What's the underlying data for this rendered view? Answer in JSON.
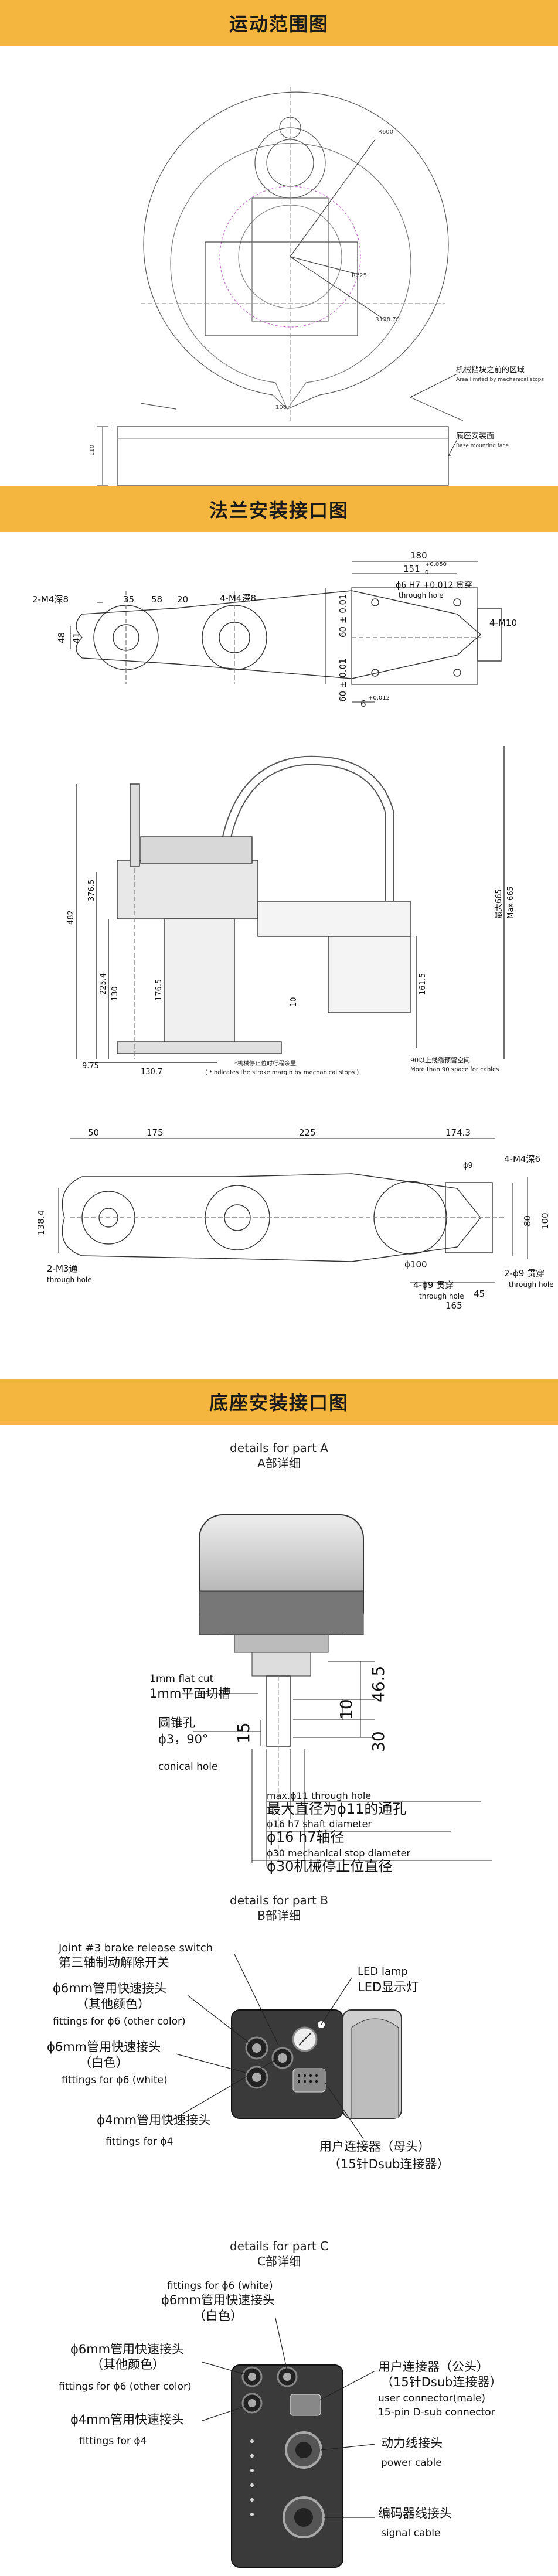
{
  "banners": {
    "motion_range": "运动范围图",
    "flange": "法兰安装接口图",
    "base": "底座安装接口图"
  },
  "motion": {
    "note_stop_cn": "机械挡块之前的区域",
    "note_stop_en": "Area limited by mechanical stops",
    "note_base_cn": "底座安装面",
    "note_base_en": "Base mounting face"
  },
  "flange": {
    "dim_180": "180",
    "dim_151": "151",
    "dim_plus": "+0.050",
    "dim_zero": "0",
    "hole_cn": "ϕ6 H7 +0.012 贯穿",
    "hole_en": "through hole",
    "m10": "4-M10",
    "m4_left": "2-M4深8",
    "m4_mid": "4-M4深8",
    "dim_35": "35",
    "dim_58": "58",
    "dim_20": "20",
    "dim_60a": "60 ± 0.01",
    "dim_60b": "60 ± 0.01",
    "dim_6": "6",
    "dim_tol": "+0.012",
    "dim_48": "48",
    "dim_41": "41",
    "h_482": "482",
    "h_376": "376.5",
    "h_225": "225.4",
    "h_130": "130",
    "h_176": "176.5",
    "h_max": "最大665",
    "h_max_en": "Max 665",
    "dim_130_7": "130.7",
    "dim_9_75": "9.75",
    "dim_10": "10",
    "dim_161": "161.5",
    "cable_cn": "90以上线缆预留空间",
    "cable_en": "More than 90 space for cables",
    "stop_note_cn": "*机械停止位时行程余量",
    "stop_note_en": "( *indicates the stroke margin by mechanical stops )",
    "top_50": "50",
    "top_175": "175",
    "top_225": "225",
    "top_174": "174.3",
    "m4_6": "4-M4深6",
    "d_9": "ϕ9",
    "d_100": "ϕ100",
    "hole9_cn": "4-ϕ9 贯穿",
    "hole9_en": "through hole",
    "hole9b_cn": "2-ϕ9 贯穿",
    "m8_hole": "2-M3通",
    "m8_hole_en": "through hole",
    "dim_165": "165",
    "dim_45": "45",
    "dim_138": "138.4",
    "dim_100": "100",
    "dim_80": "80"
  },
  "detail_a": {
    "title_en": "details for part A",
    "title_cn": "A部详细",
    "flat_en": "1mm flat cut",
    "flat_cn": "1mm平面切槽",
    "cone_cn": "圆锥孔",
    "cone_spec": "ϕ3，90°",
    "cone_en": "conical hole",
    "dim_46_5": "46.5",
    "dim_10": "10",
    "dim_30": "30",
    "dim_15": "15",
    "through_en": "max.ϕ11 through hole",
    "through_cn": "最大直径为ϕ11的通孔",
    "shaft_en": "ϕ16 h7 shaft diameter",
    "shaft_cn": "ϕ16 h7轴径",
    "stop_en": "ϕ30 mechanical stop diameter",
    "stop_cn": "ϕ30机械停止位直径"
  },
  "detail_b": {
    "title_en": "details for part B",
    "title_cn": "B部详细",
    "brake_en": "Joint #3 brake release switch",
    "brake_cn": "第三轴制动解除开关",
    "f6o_cn": "ϕ6mm管用快速接头",
    "f6o_sub": "（其他颜色）",
    "f6o_en": "fittings for ϕ6 (other color)",
    "f6w_cn": "ϕ6mm管用快速接头",
    "f6w_sub": "（白色）",
    "f6w_en": "fittings for ϕ6 (white)",
    "f4_cn": "ϕ4mm管用快速接头",
    "f4_en": "fittings for ϕ4",
    "led_en": "LED lamp",
    "led_cn": "LED显示灯",
    "user_cn": "用户连接器（母头）",
    "user_sub": "（15针Dsub连接器）"
  },
  "detail_c": {
    "title_en": "details for part C",
    "title_cn": "C部详细",
    "f6w_en": "fittings for ϕ6 (white)",
    "f6w_cn": "ϕ6mm管用快速接头",
    "f6w_sub": "（白色）",
    "f6o_cn": "ϕ6mm管用快速接头",
    "f6o_sub": "（其他颜色）",
    "f6o_en": "fittings for ϕ6 (other color)",
    "f4_cn": "ϕ4mm管用快速接头",
    "f4_en": "fittings for ϕ4",
    "user_cn": "用户连接器（公头）",
    "user_sub": "（15针Dsub连接器）",
    "user_en1": "user connector(male)",
    "user_en2": "15-pin D-sub connector",
    "power_cn": "动力线接头",
    "power_en": "power cable",
    "signal_cn": "编码器线接头",
    "signal_en": "signal cable"
  }
}
